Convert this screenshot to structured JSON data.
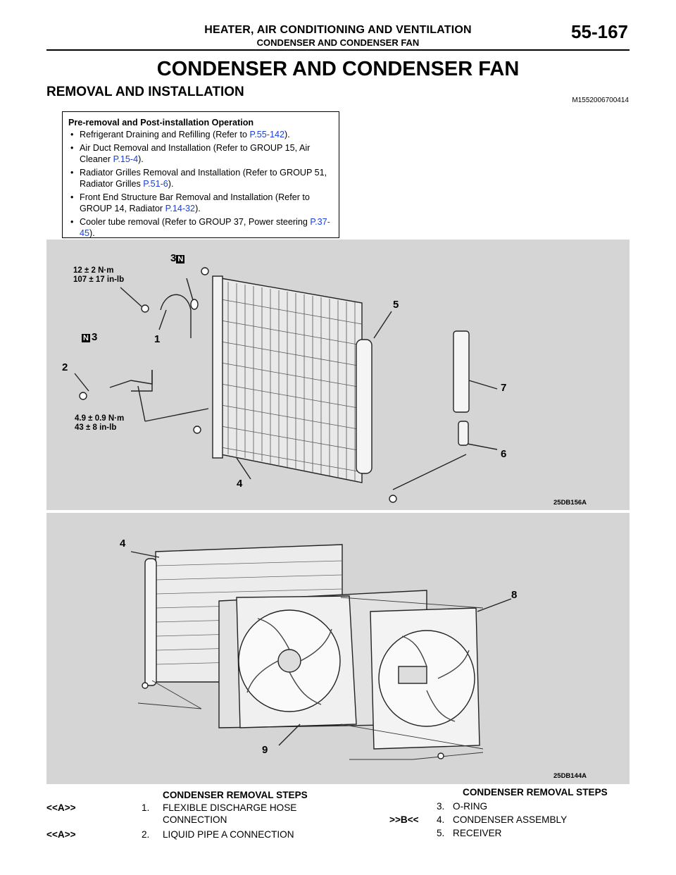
{
  "header": {
    "title": "HEATER, AIR CONDITIONING AND VENTILATION",
    "subtitle": "CONDENSER AND CONDENSER FAN",
    "page_number": "55-167"
  },
  "main_title": "CONDENSER AND CONDENSER FAN",
  "section_title": "REMOVAL AND INSTALLATION",
  "doc_id": "M1552006700414",
  "pre_box": {
    "title": "Pre-removal and Post-installation Operation",
    "items": [
      {
        "text": "Refrigerant Draining and Refilling (Refer to ",
        "ref": "P.55-142",
        "tail": ")."
      },
      {
        "text": "Air Duct Removal and Installation (Refer to GROUP 15, Air Cleaner ",
        "ref": "P.15-4",
        "tail": ")."
      },
      {
        "text": "Radiator Grilles Removal and Installation (Refer to GROUP 51, Radiator Grilles ",
        "ref": "P.51-6",
        "tail": ")."
      },
      {
        "text": "Front End Structure Bar Removal and Installation (Refer to GROUP 14, Radiator ",
        "ref": "P.14-32",
        "tail": ")."
      },
      {
        "text": "Cooler tube removal (Refer to GROUP 37, Power steering ",
        "ref": "P.37-45",
        "tail": ")."
      }
    ]
  },
  "figure1": {
    "code": "25DB156A",
    "torque_top": [
      "12 ± 2 N·m",
      "107 ± 17 in-lb"
    ],
    "torque_bottom": [
      "4.9 ± 0.9 N·m",
      "43 ± 8 in-lb"
    ],
    "n_mark": "N",
    "callouts": {
      "c1": "1",
      "c2": "2",
      "c3a": "3",
      "c3b": "3",
      "c4": "4",
      "c5": "5",
      "c6": "6",
      "c7": "7"
    }
  },
  "figure2": {
    "code": "25DB144A",
    "callouts": {
      "c4": "4",
      "c8": "8",
      "c9": "9"
    }
  },
  "steps_left": {
    "heading": "CONDENSER REMOVAL STEPS",
    "rows": [
      {
        "mark": "<<A>>",
        "num": "1.",
        "text": "FLEXIBLE DISCHARGE HOSE",
        "text2": "CONNECTION"
      },
      {
        "mark": "<<A>>",
        "num": "2.",
        "text": "LIQUID PIPE A CONNECTION",
        "text2": ""
      }
    ]
  },
  "steps_right": {
    "heading": "CONDENSER REMOVAL STEPS",
    "rows": [
      {
        "mark": "",
        "num": "3.",
        "text": "O-RING"
      },
      {
        "mark": ">>B<<",
        "num": "4.",
        "text": "CONDENSER ASSEMBLY"
      },
      {
        "mark": "",
        "num": "5.",
        "text": "RECEIVER"
      }
    ]
  }
}
